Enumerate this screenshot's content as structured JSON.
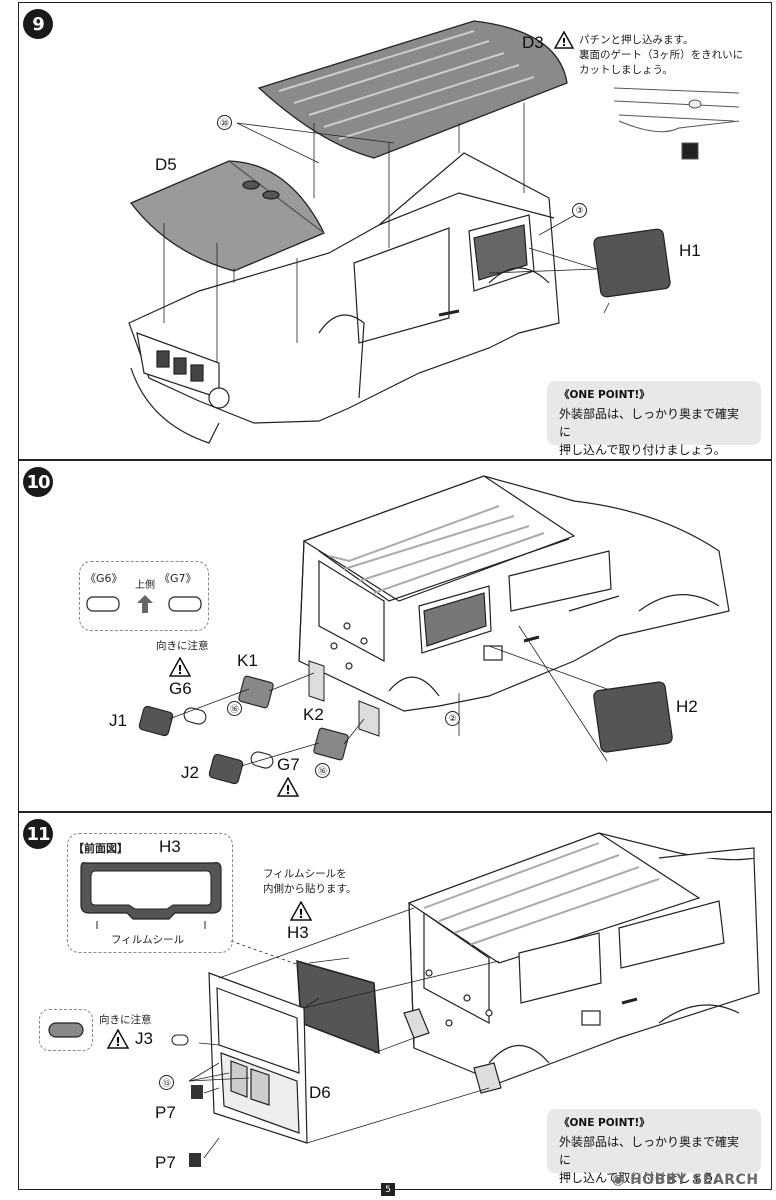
{
  "step9": {
    "number": "9",
    "d3_label": "D3",
    "d3_note": [
      "パチンと押し込みます。",
      "裏面のゲート（3ヶ所）をきれいに",
      "カットしましょう。"
    ],
    "d5_label": "D5",
    "h1_label": "H1",
    "circle20": "⑳",
    "circle3": "③",
    "one_point_title": "《ONE POINT!》",
    "one_point_text": [
      "外装部品は、しっかり奥まで確実に",
      "押し込んで取り付けましょう。"
    ]
  },
  "step10": {
    "number": "10",
    "g6_bracket": "《G6》",
    "g7_bracket": "《G7》",
    "up_label": "上側",
    "caution": "向きに注意",
    "g6_label": "G6",
    "k1_label": "K1",
    "j1_label": "J1",
    "k2_label": "K2",
    "j2_label": "J2",
    "g7_label": "G7",
    "h2_label": "H2",
    "circle16": "⑯",
    "circle2": "②"
  },
  "step11": {
    "number": "11",
    "front_view": "【前面図】",
    "h3_label": "H3",
    "film_seal": "フィルムシール",
    "film_note": [
      "フィルムシールを",
      "内側から貼ります。"
    ],
    "h3_label2": "H3",
    "caution": "向きに注意",
    "j3_label": "J3",
    "circle13": "⑬",
    "d6_label": "D6",
    "p7_label": "P7",
    "one_point_title": "《ONE POINT!》",
    "one_point_text": [
      "外装部品は、しっかり奥まで確実に",
      "押し込んで取り付けましょう。"
    ]
  },
  "page_number": "5",
  "watermark": "HOBBY SEARCH"
}
